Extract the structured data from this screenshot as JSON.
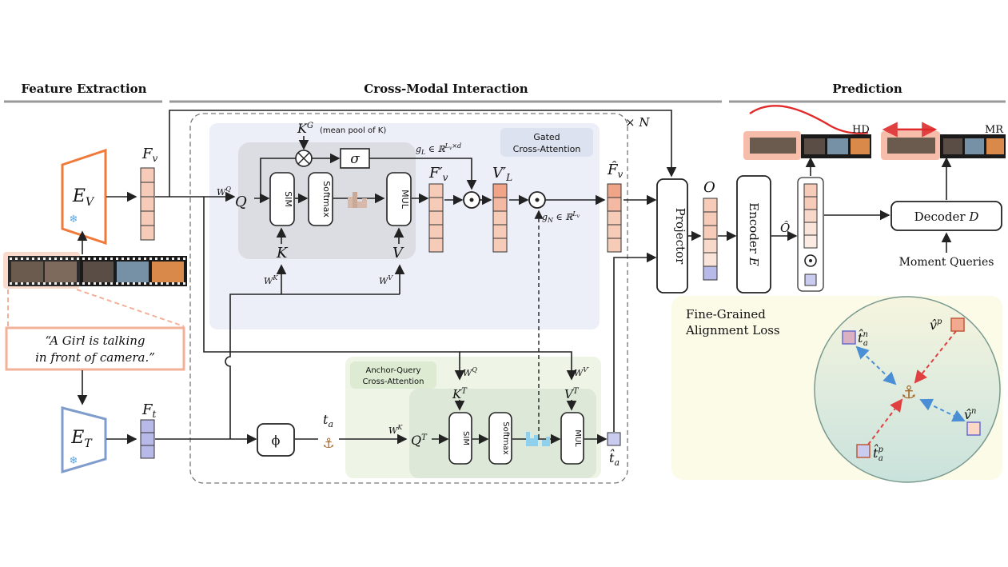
{
  "sections": {
    "feature_extraction": "Feature Extraction",
    "cross_modal": "Cross-Modal Interaction",
    "prediction": "Prediction"
  },
  "encoders": {
    "video": "E",
    "video_sub": "V",
    "text": "E",
    "text_sub": "T"
  },
  "features": {
    "fv": "F",
    "fv_sub": "v",
    "ft": "F",
    "ft_sub": "t"
  },
  "caption": {
    "line1": "“A Girl is talking",
    "line2": "in front of camera.”"
  },
  "gated": {
    "title_line1": "Gated",
    "title_line2": "Cross-Attention",
    "kg_label": "K",
    "kg_sup": "G",
    "kg_note": "(mean pool of K)",
    "sigma": "σ",
    "q": "Q",
    "k": "K",
    "v": "V",
    "wq": "W",
    "wq_sup": "Q",
    "wk": "W",
    "wk_sup": "K",
    "wv": "W",
    "wv_sup": "V",
    "sim": "SIM",
    "softmax": "Softmax",
    "mul": "MUL",
    "fv_prime": "F′",
    "fv_prime_sub": "v",
    "vl_prime": "V′",
    "vl_prime_sub": "L",
    "gl": "g",
    "gl_sub": "L",
    "gl_rest": " ∈ ℝ",
    "gl_sup": "L",
    "gl_sup_sub": "v",
    "gl_sup_rest": "×d",
    "gn": "g",
    "gn_sub": "N",
    "gn_rest": " ∈ ℝ",
    "gn_sup": "L",
    "gn_sup_sub": "v",
    "fv_hat": "F̂",
    "fv_hat_sub": "v",
    "repeat": "× N"
  },
  "anchor": {
    "title_line1": "Anchor-Query",
    "title_line2": "Cross-Attention",
    "phi": "ϕ",
    "ta": "t",
    "ta_sub": "a",
    "wk": "W",
    "wk_sup": "K",
    "qt": "Q",
    "qt_sup": "T",
    "wq": "W",
    "wq_sup": "Q",
    "kt": "K",
    "kt_sup": "T",
    "wv": "W",
    "wv_sup": "V′",
    "vt": "V",
    "vt_sup": "T",
    "sim": "SIM",
    "softmax": "Softmax",
    "mul": "MUL",
    "ta_hat": "t̂",
    "ta_hat_sub": "a"
  },
  "prediction": {
    "projector": "Projector",
    "o": "O",
    "encoder": "Encoder",
    "encoder_e": "E",
    "o_hat": "Ô",
    "decoder": "Decoder",
    "decoder_d": "D",
    "moment_queries": "Moment Queries",
    "hd": "HD",
    "mr": "MR",
    "odot": "⊙"
  },
  "loss": {
    "title_line1": "Fine-Grained",
    "title_line2": "Alignment Loss",
    "ta_n": "t̂",
    "ta_n_sub": "a",
    "ta_n_sup": "n",
    "v_p": "v̂",
    "v_p_sup": "p",
    "v_n": "v̂",
    "v_n_sup": "n",
    "ta_p": "t̂",
    "ta_p_sub": "a",
    "ta_p_sup": "p",
    "anchor_glyph": "⚓"
  },
  "colors": {
    "video_accent": "#f07a3a",
    "text_accent": "#7f9ccc",
    "video_cell": "#f6cbb8",
    "text_cell": "#b7b9e9",
    "blue_arrow": "#4a8fd6",
    "red_arrow": "#e04040"
  }
}
